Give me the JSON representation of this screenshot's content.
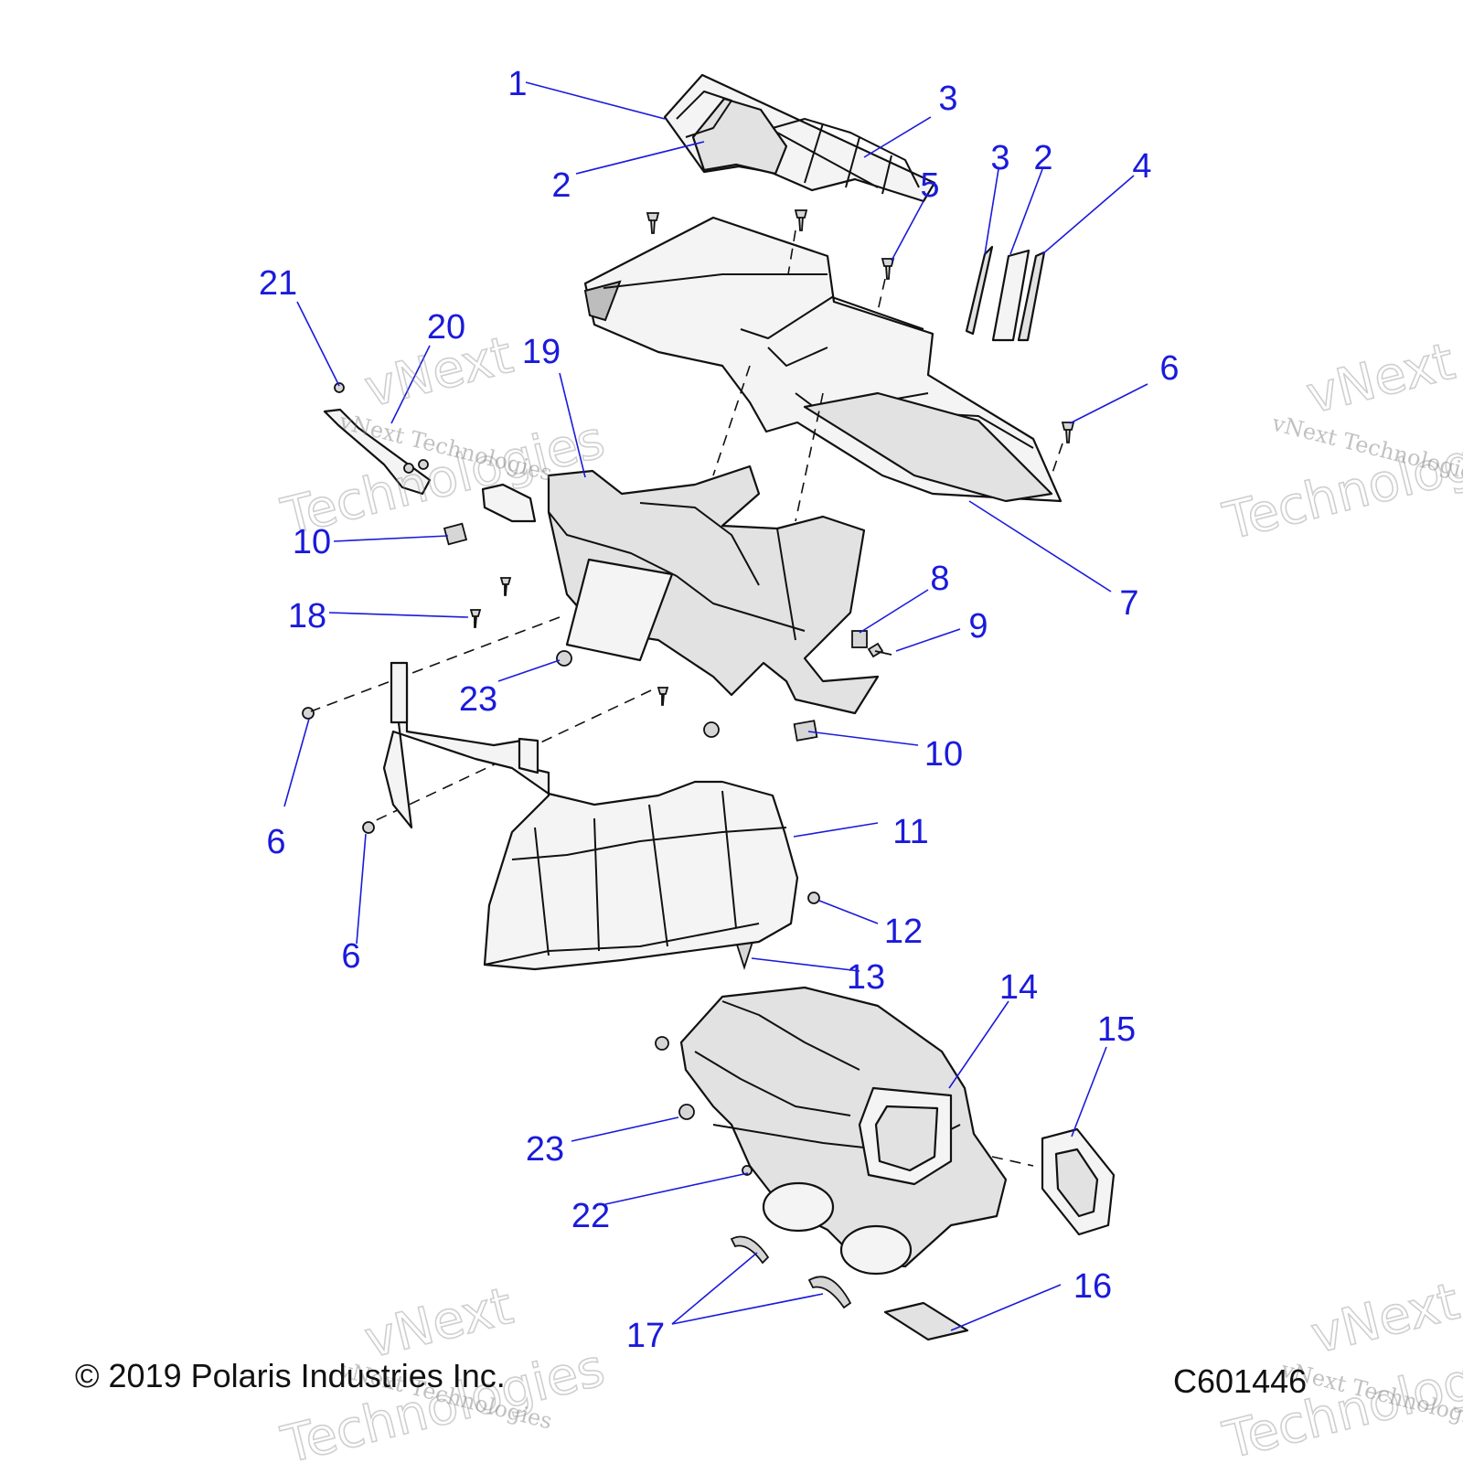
{
  "callouts": [
    {
      "id": "c1",
      "label": "1"
    },
    {
      "id": "c2a",
      "label": "2"
    },
    {
      "id": "c3a",
      "label": "3"
    },
    {
      "id": "c3b",
      "label": "3"
    },
    {
      "id": "c2b",
      "label": "2"
    },
    {
      "id": "c4",
      "label": "4"
    },
    {
      "id": "c5",
      "label": "5"
    },
    {
      "id": "c21",
      "label": "21"
    },
    {
      "id": "c20",
      "label": "20"
    },
    {
      "id": "c19",
      "label": "19"
    },
    {
      "id": "c6a",
      "label": "6"
    },
    {
      "id": "c10a",
      "label": "10"
    },
    {
      "id": "c7",
      "label": "7"
    },
    {
      "id": "c8",
      "label": "8"
    },
    {
      "id": "c18",
      "label": "18"
    },
    {
      "id": "c9",
      "label": "9"
    },
    {
      "id": "c23a",
      "label": "23"
    },
    {
      "id": "c10b",
      "label": "10"
    },
    {
      "id": "c6b",
      "label": "6"
    },
    {
      "id": "c11",
      "label": "11"
    },
    {
      "id": "c12",
      "label": "12"
    },
    {
      "id": "c6c",
      "label": "6"
    },
    {
      "id": "c13",
      "label": "13"
    },
    {
      "id": "c14",
      "label": "14"
    },
    {
      "id": "c15",
      "label": "15"
    },
    {
      "id": "c23b",
      "label": "23"
    },
    {
      "id": "c22",
      "label": "22"
    },
    {
      "id": "c16",
      "label": "16"
    },
    {
      "id": "c17",
      "label": "17"
    }
  ],
  "footer": {
    "copyright": "© 2019 Polaris Industries Inc.",
    "drawing_code": "C601446"
  },
  "watermark": {
    "line": "vNext Technologies",
    "word1": "vNext",
    "word2": "Technologies"
  },
  "colors": {
    "callout": "#1a1adb",
    "leader": "#1a1adb",
    "linework": "#111111",
    "part_fill": "#e2e2e2"
  }
}
